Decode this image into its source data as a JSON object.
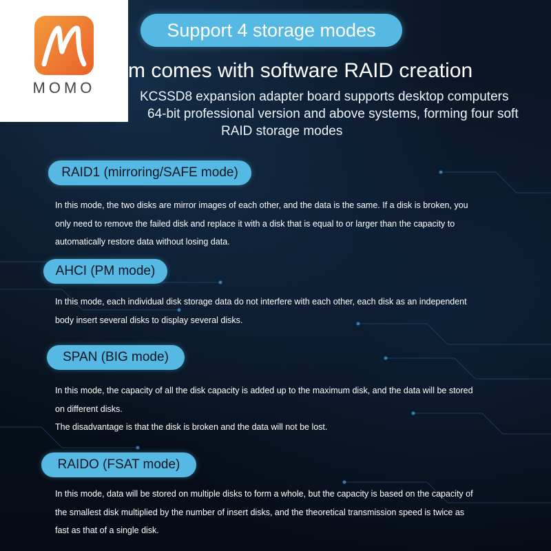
{
  "logo": {
    "text": "MOMO"
  },
  "header": {
    "pill_label": "Support 4 storage modes",
    "headline": "m comes with software RAID creation",
    "intro_lines": [
      "KCSSD8 expansion adapter board supports desktop computers",
      "64-bit professional version and above systems, forming four soft",
      "RAID storage modes"
    ]
  },
  "modes": [
    {
      "label": "RAID1 (mirroring/SAFE mode)",
      "lines": [
        "In this mode, the two disks are mirror images of each other, and the data is the same. If a disk is broken, you",
        "only need to remove the failed disk and replace it with a disk that is equal to or larger than the capacity to",
        "automatically restore data without losing data."
      ]
    },
    {
      "label": "AHCI (PM mode)",
      "lines": [
        "In this mode, each individual disk storage data do not interfere with each other, each disk as an independent",
        "body insert several disks to display several disks."
      ]
    },
    {
      "label": "SPAN (BIG mode)",
      "lines": [
        "In this mode, the capacity of all the disk capacity is added up to the maximum disk, and the data will be stored",
        "on different disks.",
        "The disadvantage is that the disk is broken and the data will not be lost."
      ]
    },
    {
      "label": "RAIDO (FSAT mode)",
      "lines": [
        "In this mode, data will be stored on multiple disks to form a whole, but the capacity is based on the capacity of",
        "the smallest disk multiplied by the number of insert disks, and the theoretical transmission speed is twice as",
        "fast as that of a single disk."
      ]
    }
  ],
  "colors": {
    "accent": "#55b9e3",
    "background": "#08111d",
    "logo_orange": "#ef7d33"
  }
}
